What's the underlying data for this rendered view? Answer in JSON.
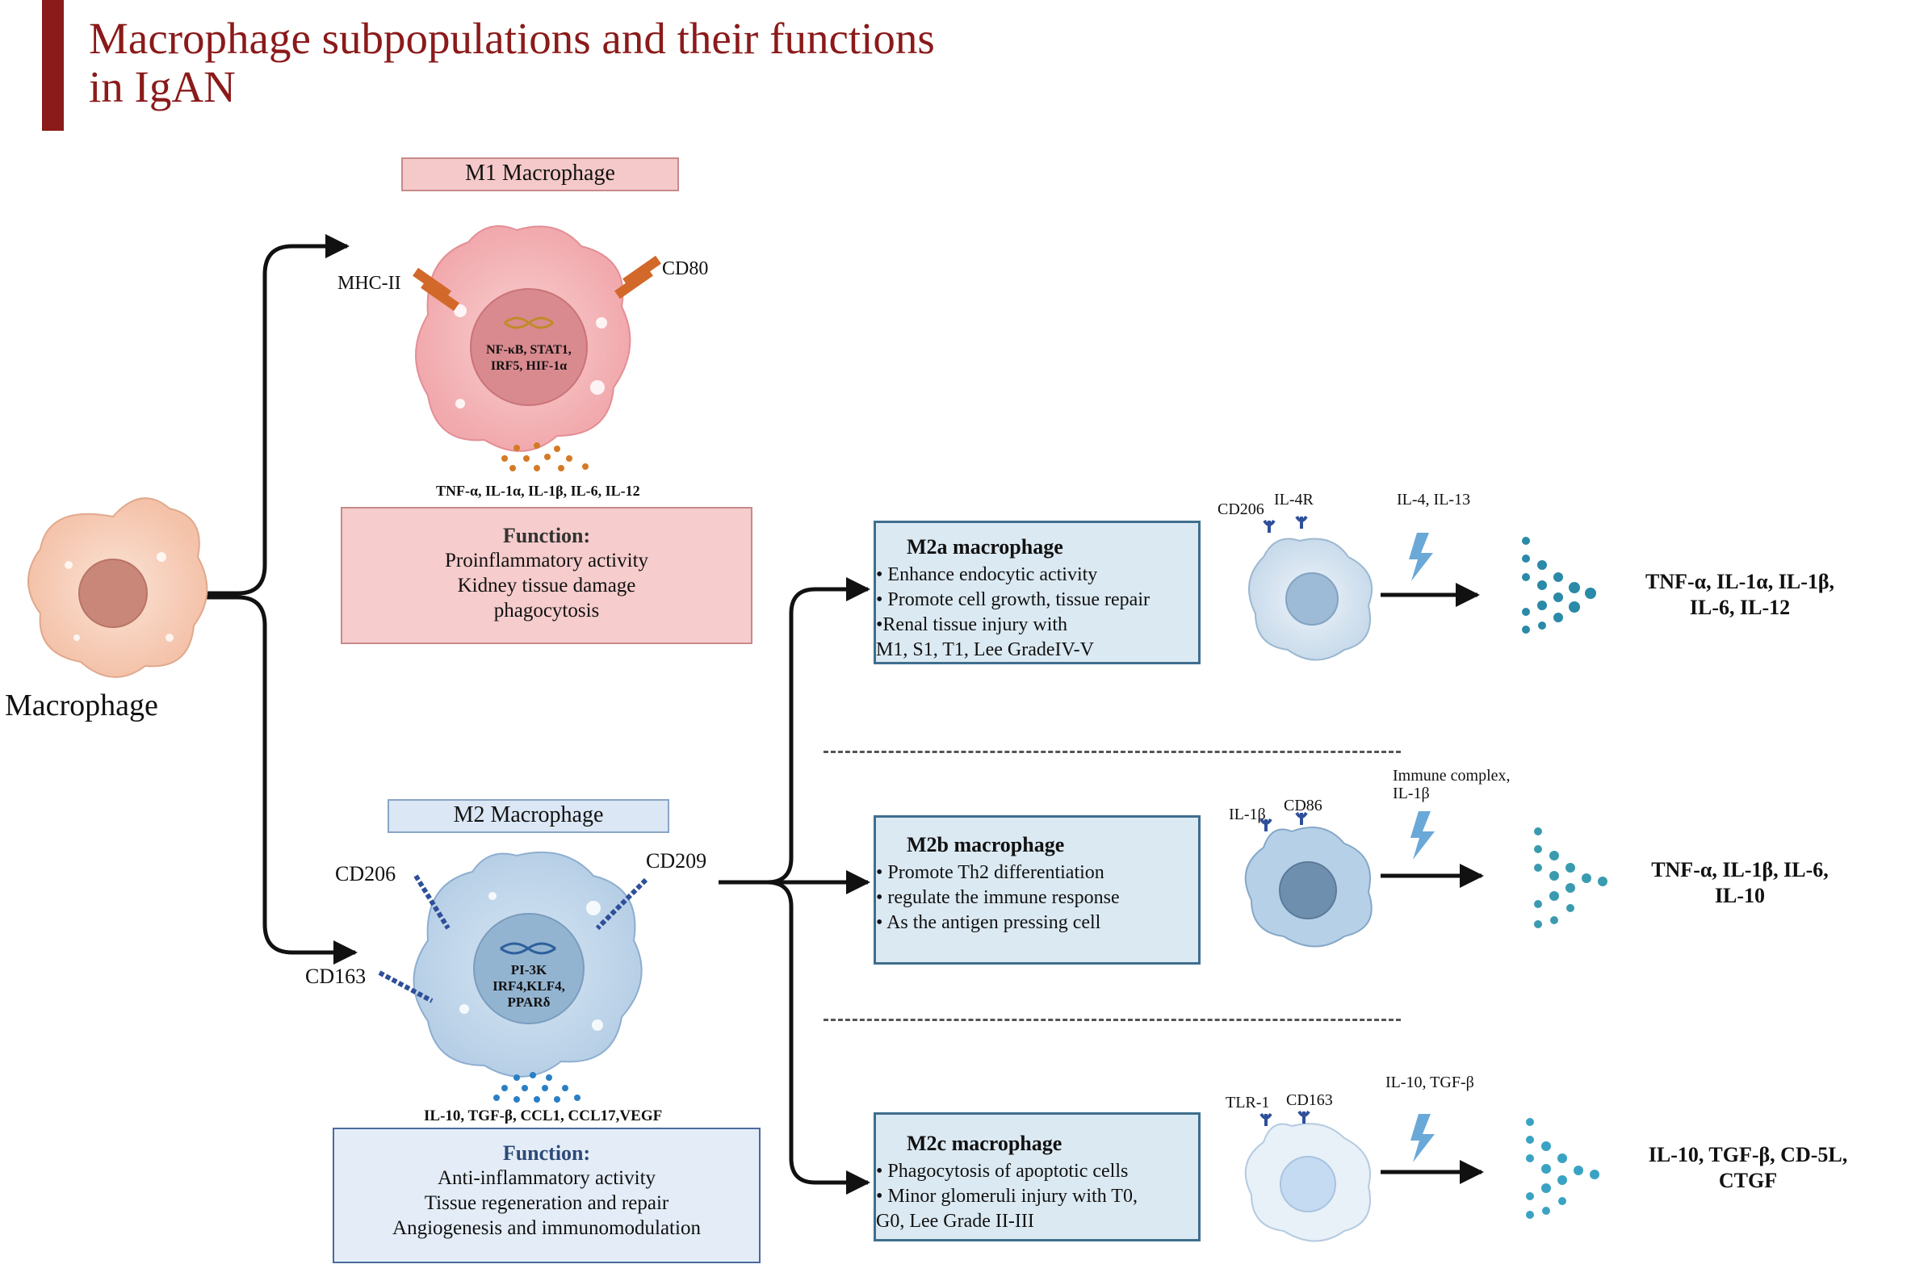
{
  "title": {
    "line1": "Macrophage subpopulations and their functions",
    "line2": "in IgAN"
  },
  "macrophage_label": "Macrophage",
  "m1": {
    "header": "M1 Macrophage",
    "receptors": {
      "left": "MHC-II",
      "right": "CD80"
    },
    "nucleus": {
      "line1": "NF-κB, STAT1,",
      "line2": "IRF5, HIF-1α"
    },
    "cytokines": "TNF-α, IL-1α, IL-1β, IL-6, IL-12",
    "function": {
      "heading": "Function:",
      "lines": [
        "Proinflammatory activity",
        "Kidney tissue damage",
        "phagocytosis"
      ]
    }
  },
  "m2": {
    "header": "M2 Macrophage",
    "receptors": {
      "left": "CD206",
      "right": "CD209",
      "bottom": "CD163"
    },
    "nucleus": {
      "line1": "PI-3K",
      "line2": "IRF4,KLF4,",
      "line3": "PPARδ"
    },
    "cytokines": "IL-10, TGF-β, CCL1, CCL17,VEGF",
    "function": {
      "heading": "Function:",
      "lines": [
        "Anti-inflammatory activity",
        "Tissue regeneration and repair",
        "Angiogenesis and immunomodulation"
      ]
    }
  },
  "m2a": {
    "heading": "M2a macrophage",
    "bullets": [
      "• Enhance endocytic activity",
      "• Promote cell growth, tissue  repair",
      "•Renal tissue injury with",
      "M1, S1, T1, Lee GradeIV-V"
    ],
    "receptors": {
      "left": "CD206",
      "right": "IL-4R"
    },
    "stimulus": "IL-4, IL-13",
    "output": {
      "line1": "TNF-α, IL-1α, IL-1β,",
      "line2": "IL-6, IL-12"
    }
  },
  "m2b": {
    "heading": "M2b macrophage",
    "bullets": [
      "• Promote Th2 differentiation",
      "• regulate the immune response",
      "• As the antigen pressing cell"
    ],
    "receptors": {
      "left": "IL-1β",
      "right": "CD86"
    },
    "stimulus": {
      "line1": "Immune complex,",
      "line2": "IL-1β"
    },
    "output": {
      "line1": "TNF-α, IL-1β, IL-6,",
      "line2": "IL-10"
    }
  },
  "m2c": {
    "heading": "M2c macrophage",
    "bullets": [
      "• Phagocytosis of apoptotic cells",
      "• Minor glomeruli injury with T0,",
      "G0, Lee Grade II-III"
    ],
    "receptors": {
      "left": "TLR-1",
      "right": "CD163"
    },
    "stimulus": "IL-10, TGF-β",
    "output": {
      "line1": "IL-10, TGF-β, CD-5L,",
      "line2": "CTGF"
    }
  },
  "colors": {
    "title": "#8b1a1a",
    "m1": "#f5c9c9",
    "m2": "#dbe7f4",
    "subtype_border": "#3f6e8e",
    "cytokine_dots": "#2a8aa8"
  },
  "icons": [
    "macrophage-cell",
    "m1-cell",
    "m2-cell",
    "dna-helix",
    "lightning-bolt",
    "receptor",
    "arrow"
  ]
}
